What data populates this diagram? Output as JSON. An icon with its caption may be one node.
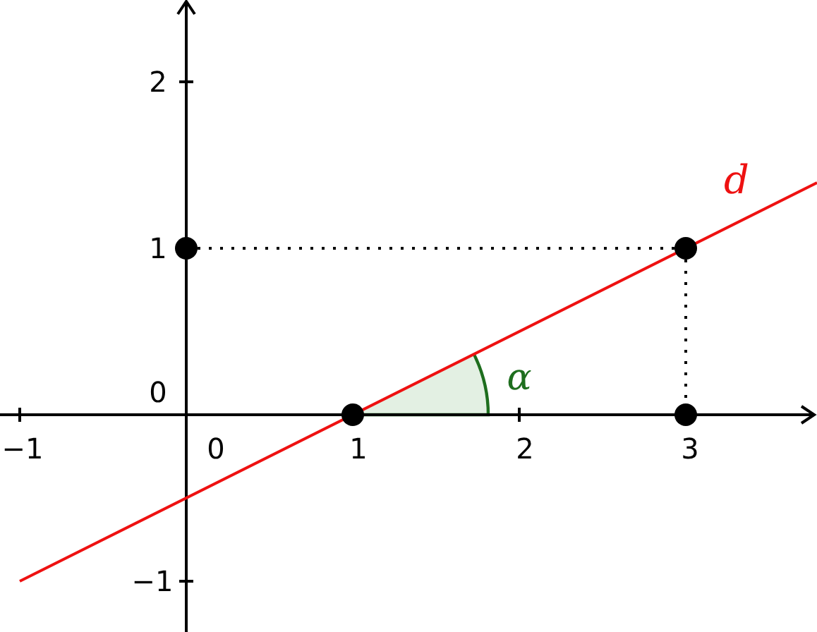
{
  "diagram": {
    "nodes": [
      {
        "text": [],
        "shape": "circle"
      },
      {
        "text": [],
        "shape": "circle"
      },
      {
        "text": [],
        "shape": "circle"
      },
      {
        "text": [],
        "shape": "circle"
      }
    ],
    "edges": [
      {
        "from": 0,
        "to": 1,
        "arrow": "none",
        "style": "dashed"
      },
      {
        "from": 1,
        "to": 3,
        "arrow": "none",
        "style": "dashed"
      }
    ],
    "labels": [
      "2",
      "d",
      "1",
      "α",
      "0",
      "−1",
      "0",
      "1",
      "2",
      "3",
      "−1"
    ]
  }
}
